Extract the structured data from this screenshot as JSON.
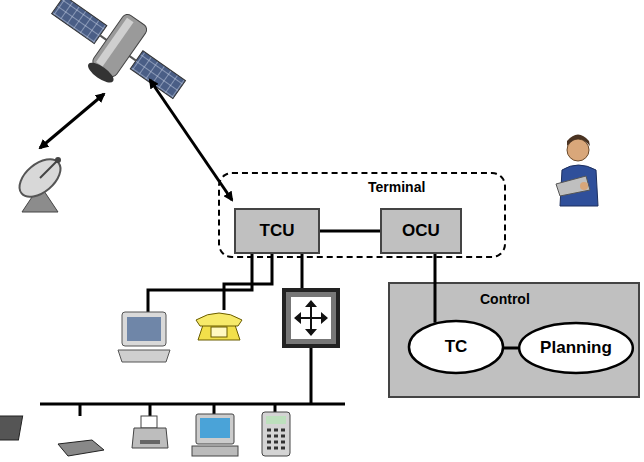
{
  "diagram": {
    "nodes": [
      {
        "text": [
          "Terminal"
        ]
      },
      {
        "text": [
          "TCU"
        ],
        "in": 0
      },
      {
        "text": [
          "OCU"
        ],
        "in": 0
      },
      {
        "text": [
          "Control"
        ]
      },
      {
        "text": [
          "TC"
        ],
        "in": 3
      },
      {
        "text": [
          "Planning"
        ],
        "in": 3
      }
    ],
    "edges": [
      {
        "from": 1,
        "to": 2,
        "arrow": "none"
      },
      {
        "from": 2,
        "to": 4,
        "arrow": "none"
      },
      {
        "from": 4,
        "to": 5,
        "arrow": "none"
      }
    ]
  }
}
